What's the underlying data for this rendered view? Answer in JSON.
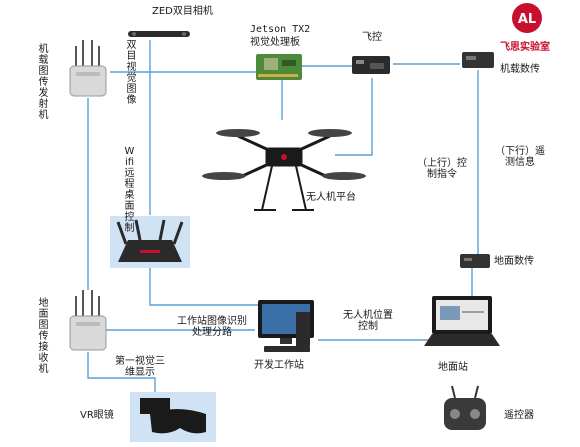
{
  "labels": {
    "zed_camera": "ZED双目相机",
    "stereo_video": "双目视觉图像",
    "jetson": "Jetson TX2",
    "jetson_sub": "视觉处理板",
    "flight_controller": "飞控",
    "airborne_tx": "机载图传发射机",
    "airborne_datalink": "机载数传",
    "wifi_remote": "Wifi远程桌面控制",
    "uplink": "（上行）控制指令",
    "downlink": "（下行）遥测信息",
    "uav_platform": "无人机平台",
    "ground_rx": "地面图传接收机",
    "ground_datalink": "地面数传",
    "workstation_split": "工作站图像识别处理分路",
    "uav_position_control": "无人机位置控制",
    "first_person_3d": "第一视觉三维显示",
    "dev_workstation": "开发工作站",
    "ground_station": "地面站",
    "vr_goggles": "VR眼镜",
    "remote_controller": "遥控器"
  },
  "logo": {
    "mark": "AL",
    "text": "飞思实验室"
  },
  "colors": {
    "line": "#5a9fd4",
    "logo_red": "#c8102e",
    "board_green": "#4d8a3a"
  }
}
